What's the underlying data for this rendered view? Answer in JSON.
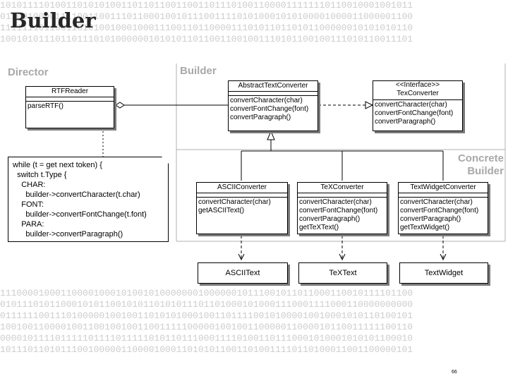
{
  "title": "Builder",
  "page_number": "66",
  "background_binary": {
    "top": [
      "101011110100110101010011011011001100110111010011000011111110110010001001011",
      "011001000011110011001110110001001011100111101010001010100001000011000001100",
      "111111101100110101001000100011100110110000111010110110101100000010101010110",
      "100101011101101110101000000101010110110011001001110101100100111010110011101"
    ],
    "bottom": [
      "111000010001100001000101001010000000100000010111001011011000110010111101100",
      "010111010110001010110010101101010111011010001010001110001111000110000000000",
      "011111100111010000010010011010101000100110111100101000010010001010110100101",
      "100100110000100110010010011001111100000100100110000011000010110011111100110",
      "000010111101111101111011111010110111000111101001101110001010001010101100010",
      "101110110101110010000011000010001101010110011010011110110100011001100000101"
    ]
  },
  "regions": {
    "director": "Director",
    "builder": "Builder",
    "concrete_builder": "Concrete\nBuilder"
  },
  "classes": {
    "rtfreader": {
      "name": "RTFReader",
      "ops": [
        "parseRTF()"
      ]
    },
    "abstract": {
      "name": "AbstractTextConverter",
      "ops": [
        "convertCharacter(char)",
        "convertFontChange(font)",
        "convertParagraph()"
      ]
    },
    "textconverter": {
      "name": "<<Interface>>\nTexConverter",
      "ops": [
        "convertCharacter(char)",
        "convertFontChange(font)",
        "convertParagraph()"
      ]
    },
    "ascii": {
      "name": "ASCIIConverter",
      "ops": [
        "convertCharacter(char)",
        "getASCIIText()"
      ]
    },
    "tex": {
      "name": "TeXConverter",
      "ops": [
        "convertCharacter(char)",
        "convertFontChange(font)",
        "convertParagraph()",
        "getTeXText()"
      ]
    },
    "widget": {
      "name": "TextWidgetConverter",
      "ops": [
        "convertCharacter(char)",
        "convertFontChange(font)",
        "convertParagraph()",
        "getTextWidget()"
      ]
    }
  },
  "products": {
    "asciitext": "ASCIIText",
    "textext": "TeXText",
    "textwidget": "TextWidget"
  },
  "note_lines": [
    "while (t = get next token) {",
    "  switch t.Type {",
    "    CHAR:",
    "      builder->convertCharacter(t.char)",
    "    FONT:",
    "      builder->convertFontChange(t.font)",
    "    PARA:",
    "      builder->convertParagraph()"
  ]
}
